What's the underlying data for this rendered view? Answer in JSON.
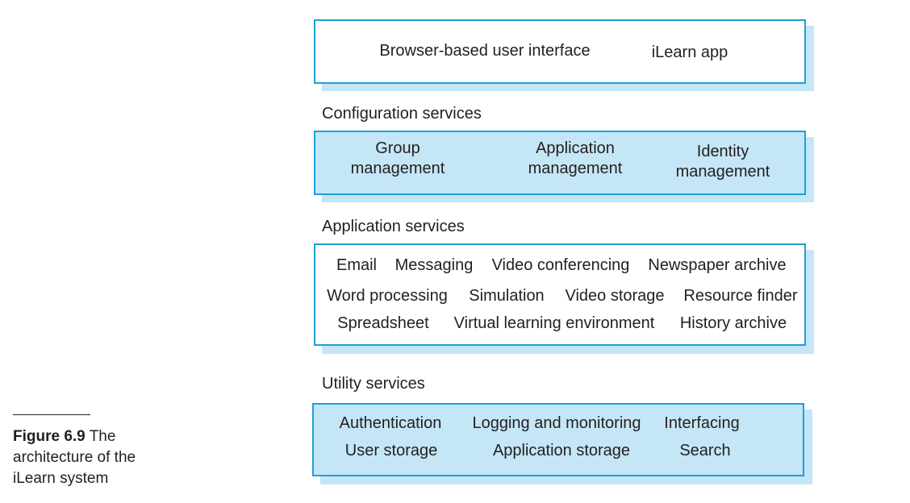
{
  "caption": {
    "figure_label": "Figure 6.9",
    "line1_rest": "The",
    "line2": "architecture of the",
    "line3": "iLearn system"
  },
  "layers": {
    "ui": {
      "items": [
        "Browser-based user interface",
        "iLearn app"
      ]
    },
    "configuration": {
      "title": "Configuration services",
      "items": [
        [
          "Group",
          "management"
        ],
        [
          "Application",
          "management"
        ],
        [
          "Identity",
          "management"
        ]
      ]
    },
    "application": {
      "title": "Application services",
      "rows": [
        [
          "Email",
          "Messaging",
          "Video conferencing",
          "Newspaper archive"
        ],
        [
          "Word processing",
          "Simulation",
          "Video storage",
          "Resource finder"
        ],
        [
          "Spreadsheet",
          "Virtual learning environment",
          "History archive"
        ]
      ]
    },
    "utility": {
      "title": "Utility services",
      "rows": [
        [
          "Authentication",
          "Logging and monitoring",
          "Interfacing"
        ],
        [
          "User storage",
          "Application storage",
          "Search"
        ]
      ]
    }
  },
  "colors": {
    "border": "#1e9fd8",
    "fill": "#c5e6f6",
    "text": "#231f20"
  }
}
